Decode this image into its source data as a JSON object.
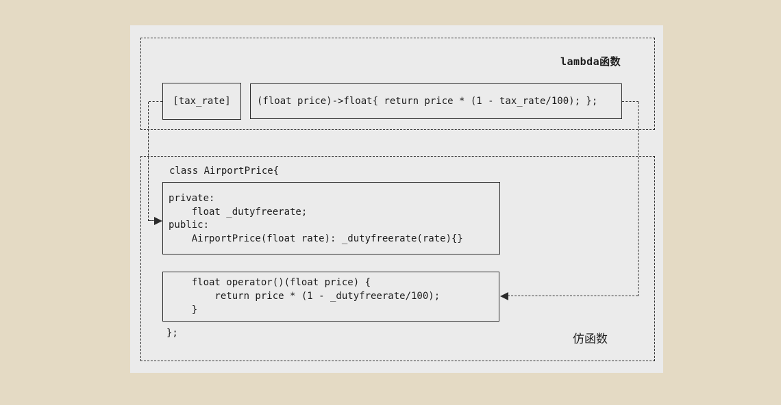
{
  "labels": {
    "lambda_section": "lambda函数",
    "functor_section": "仿函数"
  },
  "lambda": {
    "capture": "[tax_rate]",
    "body": "(float price)->float{ return price * (1 - tax_rate/100); };"
  },
  "functor": {
    "class_open": "class AirportPrice{",
    "members": "private:\n    float _dutyfreerate;\npublic:\n    AirportPrice(float rate): _dutyfreerate(rate){}",
    "operator_fn": "    float operator()(float price) {\n        return price * (1 - _dutyfreerate/100);\n    }",
    "class_close": "};"
  },
  "colors": {
    "page_bg": "#e4dac4",
    "panel_bg": "#ebebeb",
    "line": "#2b2b2b",
    "text": "#1c1c1c"
  }
}
